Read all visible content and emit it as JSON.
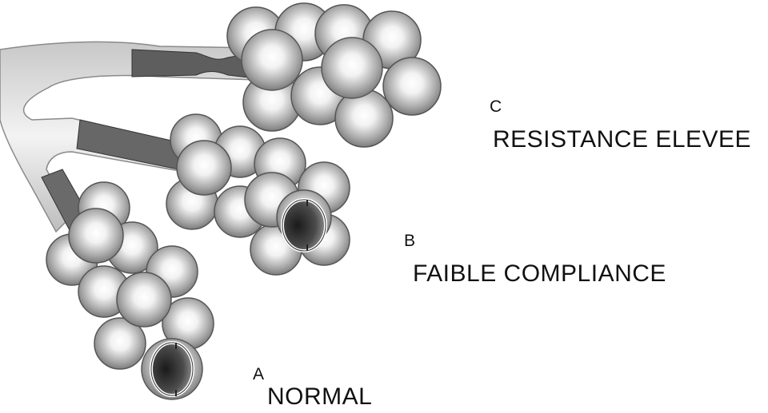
{
  "labels": {
    "a": {
      "letter": "A",
      "caption": "NORMAL"
    },
    "b": {
      "letter": "B",
      "caption": "FAIBLE COMPLIANCE"
    },
    "c": {
      "letter": "C",
      "caption": "RESISTANCE ELEVEE"
    }
  },
  "colors": {
    "background": "#ffffff",
    "airway": "#dcdcdc",
    "airway_lumen": "#6a6a6a",
    "alveolus": "#9a9a9a",
    "alveolus_highlight": "#ffffff",
    "text": "#111111"
  }
}
